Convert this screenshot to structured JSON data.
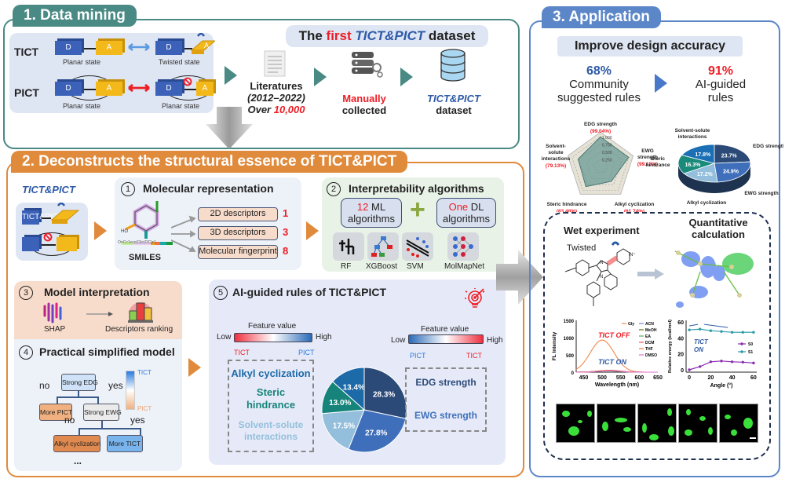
{
  "section1": {
    "tab_label": "1. Data mining",
    "tict_label": "TICT",
    "pict_label": "PICT",
    "donor": "D",
    "acceptor": "A",
    "states": [
      "Planar state",
      "Twisted state",
      "Planar state",
      "Planar state"
    ],
    "dataset_banner": {
      "prefix": "The ",
      "first": "first",
      "name": "TICT&PICT",
      "suffix": " dataset"
    },
    "literature": {
      "line1": "Literatures",
      "line2": "(2012–2022)",
      "line3_prefix": "Over ",
      "line3_value": "10,000"
    },
    "manual": {
      "line1": "Manually",
      "line2": "collected"
    },
    "dataset": {
      "line1": "TICT&PICT",
      "line2": "dataset"
    }
  },
  "section2": {
    "tab_label": "2. Deconstructs the structural essence of TICT&PICT",
    "left_label": "TICT&PICT",
    "step1": {
      "num": "1",
      "title": "Molecular representation",
      "smiles_label": "SMILES",
      "smiles_string": "O=Cc1ccc(O)c(OC)c1",
      "descriptors": [
        {
          "label": "2D descriptors",
          "count": "1"
        },
        {
          "label": "3D descriptors",
          "count": "3"
        },
        {
          "label": "Molecular fingerprint",
          "count": "8"
        }
      ]
    },
    "step2": {
      "num": "2",
      "title": "Interpretability algorithms",
      "ml_count": "12",
      "ml_text": " ML",
      "ml_text2": "algorithms",
      "dl_count": "One",
      "dl_text": " DL",
      "dl_text2": "algorithms",
      "plus": "+",
      "algorithms": [
        "RF",
        "XGBoost",
        "SVM",
        "MolMapNet"
      ]
    },
    "step3": {
      "num": "3",
      "title": "Model interpretation",
      "shap": "SHAP",
      "ranking": "Descriptors ranking"
    },
    "step4": {
      "num": "4",
      "title": "Practical simplified model",
      "nodes": [
        "Strong EDG",
        "More PICT",
        "Strong EWG",
        "Alkyl cyclization",
        "More TICT"
      ],
      "branch_no": "no",
      "branch_yes": "yes",
      "ellipsis": "...",
      "scale_top": "TICT",
      "scale_bottom": "PICT"
    },
    "step5": {
      "num": "5",
      "title": "AI-guided rules of TICT&PICT",
      "left_scale": {
        "title": "Feature value",
        "low": "Low",
        "high": "High",
        "left": "TICT",
        "right": "PICT"
      },
      "right_scale": {
        "title": "Feature value",
        "low": "Low",
        "high": "High",
        "left": "PICT",
        "right": "TICT"
      },
      "left_rules": [
        "Alkyl cyclization",
        "Steric",
        "hindrance",
        "Solvent-solute",
        "interactions"
      ],
      "right_rules": [
        "EDG strength",
        "EWG strength"
      ]
    }
  },
  "section3": {
    "tab_label": "3. Application",
    "banner": "Improve design accuracy",
    "community": {
      "value": "68%",
      "line1": "Community",
      "line2": "suggested rules"
    },
    "ai": {
      "value": "91%",
      "line1": "AI-guided",
      "line2": "rules"
    },
    "wet_title": "Wet experiment",
    "twisted_label": "Twisted",
    "calc_title": [
      "Quantitative",
      "calculation"
    ],
    "fl_chart": {
      "tict_off": "TICT OFF",
      "tict_on": "TICT ON"
    },
    "energy_chart": {
      "tict_on": [
        "TICT",
        "ON"
      ]
    },
    "cell_images_count": 5
  },
  "chart_data": [
    {
      "type": "radar",
      "title": "",
      "categories": [
        "EDG strength",
        "EWG strength",
        "Alkyl cyclization",
        "Steric hindrance",
        "Solvent-solute interactions"
      ],
      "labels_pct": [
        "99.04%",
        "99.13%",
        "61.74%",
        "83.48%",
        "79.13%"
      ],
      "values": [
        0.9904,
        0.9913,
        0.6174,
        0.8348,
        0.7913
      ],
      "rings": [
        "0.250",
        "0.500",
        "0.750",
        "1.000"
      ],
      "range": [
        0,
        1
      ]
    },
    {
      "type": "pie",
      "title": "",
      "categories": [
        "EDG strength",
        "EWG strength",
        "Alkyl cyclization",
        "Steric hindrance",
        "Solvent-solute interactions"
      ],
      "values": [
        23.7,
        24.9,
        17.2,
        16.3,
        17.8
      ],
      "colors": [
        "#2b4a78",
        "#3f6fba",
        "#93bfdc",
        "#1a8a7a",
        "#1a6fb5"
      ]
    },
    {
      "type": "pie",
      "title": "AI-guided rules of TICT&PICT",
      "categories": [
        "EDG strength",
        "EWG strength",
        "Solvent-solute interactions",
        "Steric hindrance",
        "Alkyl cyclization"
      ],
      "values": [
        28.3,
        27.8,
        17.5,
        13.0,
        13.4
      ],
      "colors": [
        "#2b4a78",
        "#3f6fba",
        "#93bfdc",
        "#16847a",
        "#1d6aa8"
      ]
    },
    {
      "type": "line",
      "title": "",
      "xlabel": "Wavelength (nm)",
      "ylabel": "FL Intensity",
      "xlim": [
        430,
        650
      ],
      "ylim": [
        0,
        1500
      ],
      "xticks": [
        "450",
        "500",
        "550",
        "600",
        "650"
      ],
      "yticks": [
        "0",
        "500",
        "1000",
        "1500"
      ],
      "legend": [
        "Gly",
        "ACN",
        "MeOH",
        "EA",
        "DCM",
        "THF",
        "DMSO"
      ],
      "legend_colors": [
        "#f08a4a",
        "#7a84e8",
        "#6b6b10",
        "#5aaa5a",
        "#e8505a",
        "#f07a3a",
        "#e070c8"
      ],
      "series": [
        {
          "name": "Gly",
          "peak_x": 500,
          "peak_y": 930
        },
        {
          "name": "ACN",
          "peak_x": 515,
          "peak_y": 40
        },
        {
          "name": "MeOH",
          "peak_x": 515,
          "peak_y": 45
        },
        {
          "name": "EA",
          "peak_x": 515,
          "peak_y": 35
        },
        {
          "name": "DCM",
          "peak_x": 520,
          "peak_y": 55
        },
        {
          "name": "THF",
          "peak_x": 515,
          "peak_y": 50
        },
        {
          "name": "DMSO",
          "peak_x": 520,
          "peak_y": 40
        }
      ]
    },
    {
      "type": "line",
      "title": "",
      "xlabel": "Angle (°)",
      "ylabel": "Relative energy (kcal/mol)",
      "xlim": [
        -3,
        63
      ],
      "ylim": [
        -3,
        62
      ],
      "xticks": [
        "0",
        "20",
        "40",
        "60"
      ],
      "yticks": [
        "0",
        "20",
        "40",
        "60"
      ],
      "x": [
        0,
        10,
        20,
        30,
        40,
        50,
        60
      ],
      "series": [
        {
          "name": "S1",
          "color": "#2a9aa8",
          "values": [
            50,
            51,
            49,
            48,
            47,
            47,
            47
          ]
        },
        {
          "name": "S0",
          "color": "#8a2ab0",
          "values": [
            0,
            4,
            10,
            11,
            10,
            9.5,
            8.5
          ]
        }
      ]
    }
  ]
}
